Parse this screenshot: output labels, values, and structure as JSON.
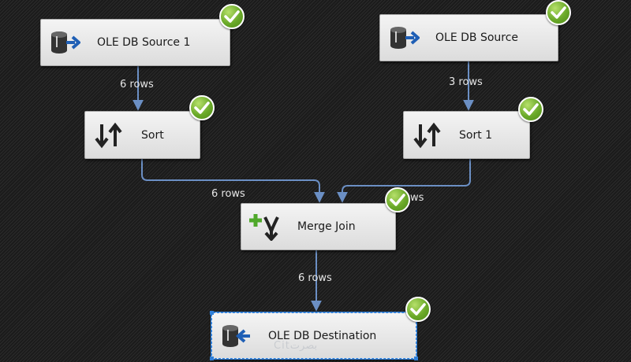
{
  "components": {
    "ole_source_1": {
      "label": "OLE DB Source 1",
      "icon": "ole-db-source-icon",
      "status": "success"
    },
    "ole_source": {
      "label": "OLE DB Source",
      "icon": "ole-db-source-icon",
      "status": "success"
    },
    "sort": {
      "label": "Sort",
      "icon": "sort-icon",
      "status": "success"
    },
    "sort_1": {
      "label": "Sort 1",
      "icon": "sort-icon",
      "status": "success"
    },
    "merge_join": {
      "label": "Merge Join",
      "icon": "merge-join-icon",
      "status": "success"
    },
    "destination": {
      "label": "OLE DB Destination",
      "icon": "ole-db-destination-icon",
      "status": "success",
      "selected": true,
      "watermark": "Citبصرت"
    }
  },
  "flows": {
    "source1_to_sort": "6 rows",
    "source_to_sort1": "3 rows",
    "sort_to_merge": "6 rows",
    "sort1_to_merge": "ws",
    "merge_to_destination": "6 rows"
  },
  "colors": {
    "flow_line": "#6b8fc4",
    "selection": "#2f7fd8",
    "success_check": "#6aa929",
    "background": "#1e1e1e"
  }
}
